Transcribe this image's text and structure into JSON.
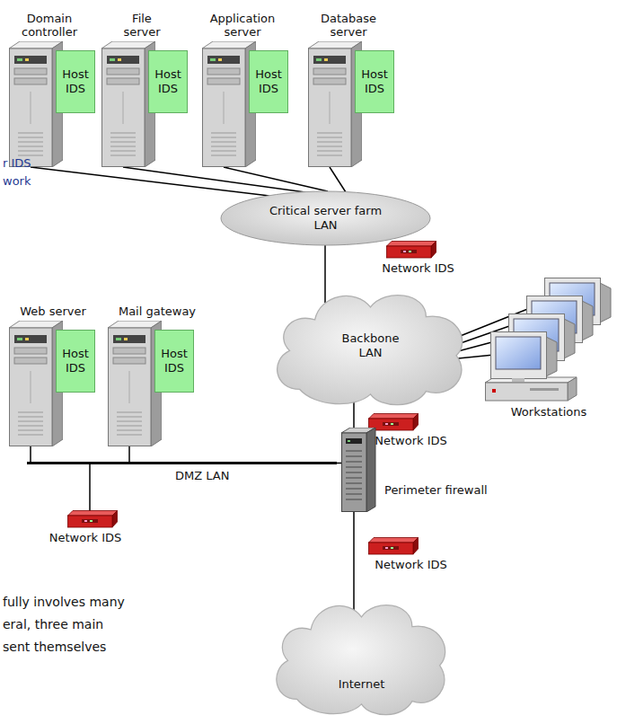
{
  "diagram": {
    "nodes": [
      {
        "text": [
          "Domain controller"
        ]
      },
      {
        "text": [
          "Host IDS"
        ],
        "in": 0
      },
      {
        "text": [
          "File server"
        ]
      },
      {
        "text": [
          "Host IDS"
        ],
        "in": 2
      },
      {
        "text": [
          "Application server"
        ]
      },
      {
        "text": [
          "Host IDS"
        ],
        "in": 4
      },
      {
        "text": [
          "Database server"
        ]
      },
      {
        "text": [
          "Host IDS"
        ],
        "in": 6
      },
      {
        "text": [
          "Critical server farm LAN"
        ]
      },
      {
        "text": [
          "Network IDS"
        ]
      },
      {
        "text": [
          "Backbone LAN"
        ]
      },
      {
        "text": [
          "Web server"
        ]
      },
      {
        "text": [
          "Host IDS"
        ],
        "in": 11
      },
      {
        "text": [
          "Mail gateway"
        ]
      },
      {
        "text": [
          "Host IDS"
        ],
        "in": 13
      },
      {
        "text": [
          "Workstations"
        ]
      },
      {
        "text": [
          "Network IDS"
        ]
      },
      {
        "text": [
          "DMZ LAN"
        ]
      },
      {
        "text": [
          "Network IDS"
        ]
      },
      {
        "text": [
          "Perimeter firewall"
        ]
      },
      {
        "text": [
          "Network IDS"
        ]
      },
      {
        "text": [
          "Internet"
        ]
      }
    ],
    "edges": [
      {
        "from": 0,
        "to": 8,
        "arrow": "none"
      },
      {
        "from": 2,
        "to": 8,
        "arrow": "none"
      },
      {
        "from": 4,
        "to": 8,
        "arrow": "none"
      },
      {
        "from": 6,
        "to": 8,
        "arrow": "none"
      },
      {
        "from": 8,
        "to": 10,
        "arrow": "none"
      },
      {
        "from": 10,
        "to": 15,
        "arrow": "none"
      },
      {
        "from": 10,
        "to": 19,
        "arrow": "none"
      },
      {
        "from": 11,
        "to": 17,
        "arrow": "none"
      },
      {
        "from": 13,
        "to": 17,
        "arrow": "none"
      },
      {
        "from": 18,
        "to": 17,
        "arrow": "none"
      },
      {
        "from": 17,
        "to": 19,
        "arrow": "none"
      },
      {
        "from": 19,
        "to": 21,
        "arrow": "none"
      }
    ],
    "labels": [
      "r IDS",
      "work",
      "fully involves many",
      "eral, three main",
      "sent themselves"
    ]
  }
}
